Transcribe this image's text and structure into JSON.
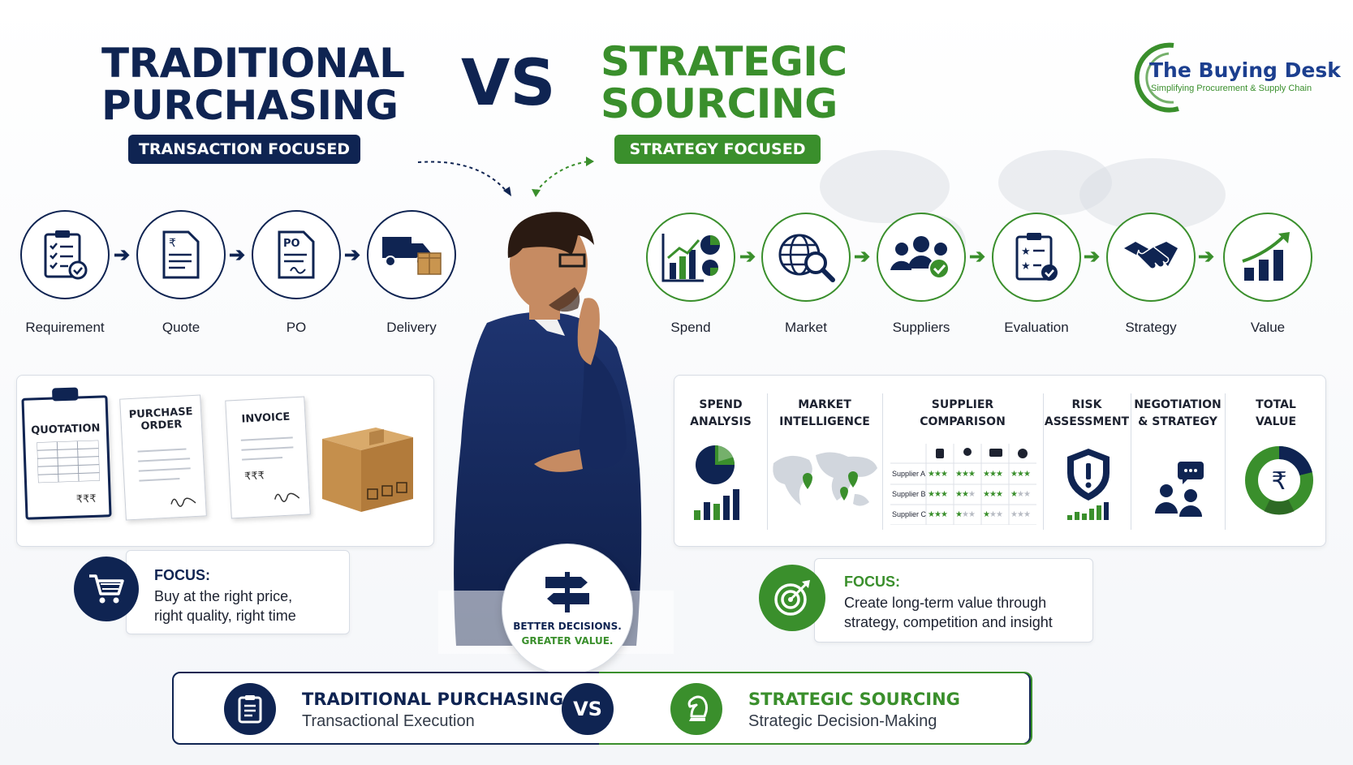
{
  "header": {
    "left_title_line1": "TRADITIONAL",
    "left_title_line2": "PURCHASING",
    "left_pill": "TRANSACTION FOCUSED",
    "vs": "VS",
    "right_title_line1": "STRATEGIC",
    "right_title_line2": "SOURCING",
    "right_pill": "STRATEGY FOCUSED"
  },
  "logo": {
    "name": "The Buying Desk",
    "tagline": "Simplifying Procurement & Supply Chain"
  },
  "traditional": {
    "steps": [
      {
        "label": "Requirement",
        "icon": "clipboard-check-icon"
      },
      {
        "label": "Quote",
        "icon": "rupee-document-icon"
      },
      {
        "label": "PO",
        "icon": "po-document-icon"
      },
      {
        "label": "Delivery",
        "icon": "delivery-truck-icon"
      }
    ],
    "docs": {
      "quotation": "QUOTATION",
      "purchase_order_line1": "PURCHASE",
      "purchase_order_line2": "ORDER",
      "invoice": "INVOICE",
      "rupees": "₹₹₹"
    },
    "focus": {
      "heading": "FOCUS:",
      "line1": "Buy at the right price,",
      "line2": "right quality, right time"
    }
  },
  "strategic": {
    "steps": [
      {
        "label": "Spend",
        "icon": "spend-chart-icon"
      },
      {
        "label": "Market",
        "icon": "globe-search-icon"
      },
      {
        "label": "Suppliers",
        "icon": "suppliers-group-icon"
      },
      {
        "label": "Evaluation",
        "icon": "evaluation-clipboard-icon"
      },
      {
        "label": "Strategy",
        "icon": "handshake-icon"
      },
      {
        "label": "Value",
        "icon": "growth-chart-icon"
      }
    ],
    "analysis_columns": [
      {
        "line1": "SPEND",
        "line2": "ANALYSIS"
      },
      {
        "line1": "MARKET",
        "line2": "INTELLIGENCE"
      },
      {
        "line1": "SUPPLIER",
        "line2": "COMPARISON"
      },
      {
        "line1": "RISK",
        "line2": "ASSESSMENT"
      },
      {
        "line1": "NEGOTIATION",
        "line2": "& STRATEGY"
      },
      {
        "line1": "TOTAL",
        "line2": "VALUE"
      }
    ],
    "supplier_rows": [
      {
        "name": "Supplier A",
        "ratings": [
          3,
          3,
          3,
          3
        ]
      },
      {
        "name": "Supplier B",
        "ratings": [
          3,
          2,
          3,
          1
        ]
      },
      {
        "name": "Supplier C",
        "ratings": [
          3,
          1,
          1,
          0
        ]
      }
    ],
    "focus": {
      "heading": "FOCUS:",
      "line1": "Create long-term value through",
      "line2": "strategy, competition and insight"
    }
  },
  "center_badge": {
    "line1": "BETTER DECISIONS.",
    "line2": "GREATER VALUE."
  },
  "bottom": {
    "left_title": "TRADITIONAL PURCHASING",
    "left_sub": "Transactional Execution",
    "vs": "VS",
    "right_title": "STRATEGIC SOURCING",
    "right_sub": "Strategic Decision-Making"
  },
  "colors": {
    "navy": "#0f2452",
    "green": "#3a8f2c"
  }
}
